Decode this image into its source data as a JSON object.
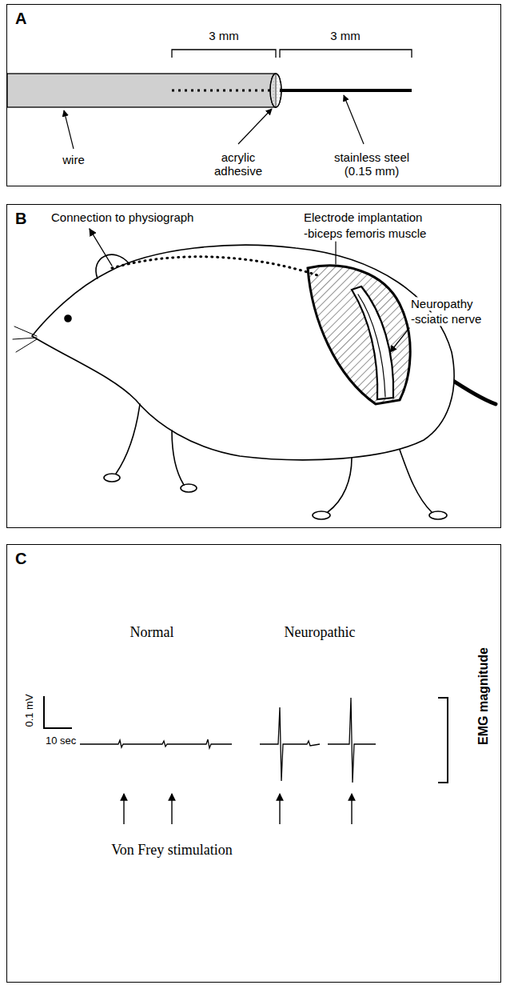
{
  "diagram": {
    "nodes": [
      {
        "text": [
          "A"
        ]
      },
      {
        "text": [
          "B"
        ]
      },
      {
        "text": [
          "C"
        ]
      }
    ],
    "labels": [
      "3 mm",
      "3 mm",
      "wire",
      "acrylic adhesive",
      "stainless steel (0.15 mm)",
      "Connection to physiograph",
      "Electrode implantation",
      "-biceps femoris muscle",
      "Neuropathy",
      "-sciatic nerve",
      "Normal",
      "Neuropathic",
      "0.1 mV",
      "10 sec",
      "EMG magnitude",
      "Von Frey stimulation"
    ]
  }
}
